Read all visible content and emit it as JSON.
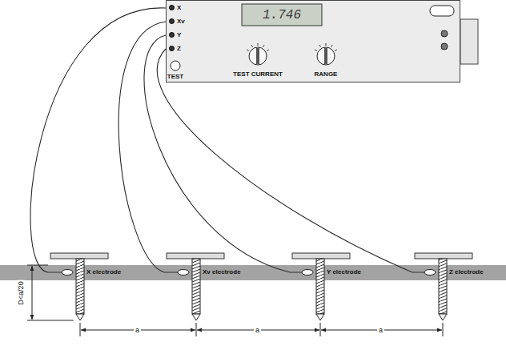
{
  "diagram": {
    "nodes": [
      {
        "text": [
          "1.746",
          "TEST CURRENT",
          "RANGE",
          "TEST"
        ]
      },
      {
        "text": [
          "X"
        ],
        "in": 0
      },
      {
        "text": [
          "Xv"
        ],
        "in": 0
      },
      {
        "text": [
          "Y"
        ],
        "in": 0
      },
      {
        "text": [
          "Z"
        ],
        "in": 0
      },
      {
        "text": [
          "X electrode"
        ]
      },
      {
        "text": [
          "Xv electrode"
        ]
      },
      {
        "text": [
          "Y electrode"
        ]
      },
      {
        "text": [
          "Z electrode"
        ]
      }
    ],
    "edges": [
      {
        "from": 1,
        "to": 5,
        "arrow": "none"
      },
      {
        "from": 2,
        "to": 6,
        "arrow": "none"
      },
      {
        "from": 3,
        "to": 7,
        "arrow": "none"
      },
      {
        "from": 4,
        "to": 8,
        "arrow": "none"
      }
    ],
    "labels": [
      "a",
      "a",
      "a",
      "D<a/20"
    ]
  }
}
